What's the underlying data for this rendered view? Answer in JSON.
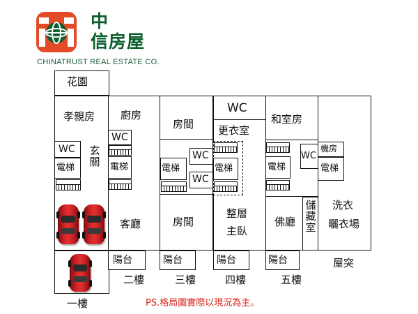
{
  "logo": {
    "name": "中信房屋",
    "name_line1": "中",
    "name_line2": "信房屋",
    "english": "CHINATRUST REAL ESTATE CO.",
    "brand_red": "#e34a27",
    "brand_green": "#0b5e2e"
  },
  "floors": {
    "f1": {
      "label": "一樓",
      "rooms": {
        "garden": "花園",
        "elders_room": "孝親房",
        "wc": "WC",
        "elevator": "電梯",
        "entrance": "玄關"
      }
    },
    "f2": {
      "label": "二樓",
      "rooms": {
        "kitchen": "廚房",
        "wc": "WC",
        "elevator": "電梯",
        "living_room": "客廳",
        "balcony": "陽台"
      }
    },
    "f3": {
      "label": "三樓",
      "rooms": {
        "bedroom_top": "房間",
        "wc_a": "WC",
        "wc_b": "WC",
        "elevator": "電梯",
        "bedroom_bottom": "房間",
        "balcony": "陽台"
      }
    },
    "f4": {
      "label": "四樓",
      "rooms": {
        "wc": "WC",
        "dressing_room": "更衣室",
        "elevator": "電梯",
        "master_bedroom_line1": "整層",
        "master_bedroom_line2": "主臥",
        "balcony": "陽台"
      }
    },
    "f5": {
      "label": "五樓",
      "rooms": {
        "japanese_room": "和室房",
        "elevator": "電梯",
        "wc": "WC",
        "buddha_hall": "佛廳",
        "storage": "儲藏室",
        "balcony": "陽台"
      }
    },
    "roof": {
      "label": "屋突",
      "rooms": {
        "machine_room": "機房",
        "elevator": "電梯",
        "laundry_line1": "洗衣",
        "laundry_line2": "曬衣場"
      }
    }
  },
  "caption": "PS.格局圖實際以現況為主。",
  "colors": {
    "line": "#111111",
    "caption": "#d7231b",
    "car": "#d02126"
  }
}
